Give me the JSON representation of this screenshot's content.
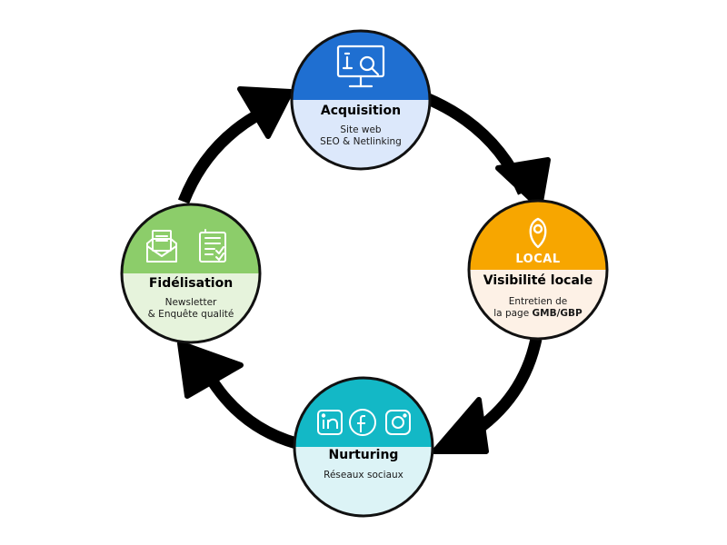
{
  "colors": {
    "acquisition_top": "#1f6fd1",
    "acquisition_bottom": "#dce8fb",
    "local_top": "#f7a600",
    "local_bottom": "#fdf1e6",
    "nurturing_top": "#13b8c6",
    "nurturing_bottom": "#dcf3f6",
    "fidelisation_top": "#8ccd6a",
    "fidelisation_bottom": "#e6f3dc",
    "arrow": "#000000"
  },
  "nodes": {
    "acquisition": {
      "title": "Acquisition",
      "line1": "Site web",
      "line2": "SEO & Netlinking",
      "icon": "monitor-search-icon"
    },
    "local": {
      "title": "Visibilité locale",
      "line1": "Entretien de",
      "line2_prefix": "la page ",
      "line2_bold": "GMB/GBP",
      "badge": "LOCAL",
      "icon": "map-pin-icon"
    },
    "nurturing": {
      "title": "Nurturing",
      "line1": "Réseaux sociaux",
      "icons": [
        "linkedin-icon",
        "facebook-icon",
        "instagram-icon"
      ]
    },
    "fidelisation": {
      "title": "Fidélisation",
      "line1": "Newsletter",
      "line2": "& Enquête qualité",
      "icons": [
        "newsletter-envelope-icon",
        "survey-checklist-icon"
      ]
    }
  }
}
